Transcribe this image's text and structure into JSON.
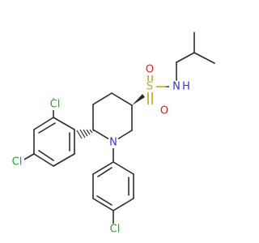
{
  "colors": {
    "carbon_bond": "#2b2b2b",
    "chlorine": "#2ea02e",
    "nitrogen": "#2b39d6",
    "oxygen": "#e01b1b",
    "sulfur": "#c9a21a"
  },
  "atoms": {
    "cl_top": "Cl",
    "cl_left": "Cl",
    "cl_bottom": "Cl",
    "n_ring": "N",
    "s_sulfonyl": "S",
    "o_upper": "O",
    "o_lower": "O",
    "nh_amide": "N",
    "h_amide": "H"
  }
}
